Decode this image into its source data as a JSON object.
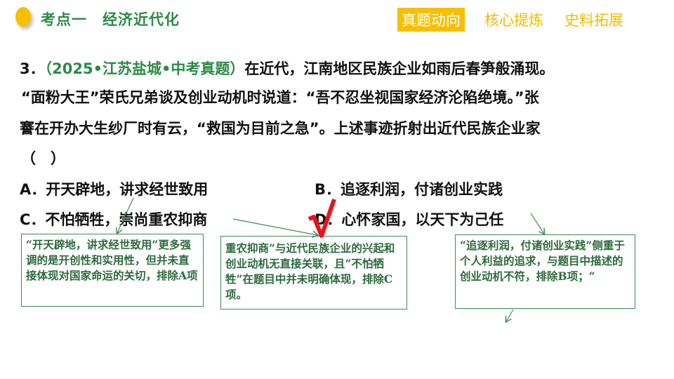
{
  "header": {
    "title": "考点一　经济近代化",
    "tabs": [
      {
        "label": "真题动向",
        "active": true
      },
      {
        "label": "核心提炼",
        "active": false
      },
      {
        "label": "史料拓展",
        "active": false
      }
    ],
    "accent_color": "#f6c000",
    "title_color": "#2c8a45"
  },
  "question": {
    "number": "3．",
    "source": "（2025•江苏盐城•中考真题）",
    "lines": [
      "在近代，江南地区民族企业如雨后春笋般涌现。",
      "“面粉大王”荣氏兄弟谈及创业动机时说道：“吾不忍坐视国家经济沦陷绝境。”张",
      "謇在开办大生纱厂时有云，“救国为目前之急”。上述事迹折射出近代民族企业家",
      "（　）"
    ],
    "options": {
      "A": "A．开天辟地，讲求经世致用",
      "B": "B．追逐利润，付诸创业实践",
      "C": "C．不怕牺牲，崇尚重农抑商",
      "D": "D．心怀家国，以天下为己任"
    },
    "correct_mark": "√",
    "correct_color": "#e8141b"
  },
  "annotations": {
    "a": "“开天辟地，讲求经世致用”更多强调的是开创性和实用性，但并未直接体现对国家命运的关切，排除A项",
    "c": "重农抑商”与近代民族企业的兴起和创业动机无直接关联，且“不怕牺牲”在题目中并未明确体现，排除C项。",
    "b": "“追逐利润，付诸创业实践”侧重于个人利益的追求，与题目中描述的创业动机不符，排除B项；“"
  }
}
